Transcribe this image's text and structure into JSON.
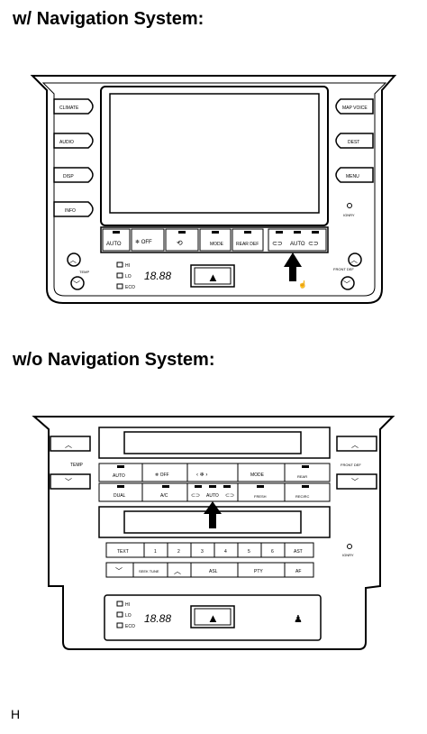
{
  "headings": {
    "with_nav": "w/ Navigation System:",
    "without_nav": "w/o Navigation System:"
  },
  "figure_code": "H",
  "nav_unit": {
    "left_buttons": [
      "CLIMATE",
      "AUDIO",
      "DISP",
      "INFO"
    ],
    "right_buttons": [
      "MAP VOICE",
      "DEST",
      "MENU"
    ],
    "ignition_label": "IGNRY",
    "bottom_buttons": [
      "AUTO",
      "❄ OFF",
      "",
      "MODE",
      "REAR DEF",
      "AUTO"
    ],
    "temp_label": "TEMP",
    "fan_label": "FRONT DEF",
    "indicator_labels": [
      "HI",
      "LO",
      "ECO"
    ],
    "display_value": "18.88",
    "hazard_symbol": "▲"
  },
  "no_nav_unit": {
    "temp_left": "TEMP",
    "temp_right": "FRONT DEF",
    "row1": [
      "AUTO",
      "❄ OFF",
      "‹ ❄ ›",
      "MODE",
      "REAR"
    ],
    "row2": [
      "DUAL",
      "A/C",
      "AUTO",
      "FRESH",
      "RECIRC"
    ],
    "row3": [
      "TEXT",
      "1",
      "2",
      "3",
      "4",
      "5",
      "6",
      "AST"
    ],
    "row4": [
      "SEEK TUNE",
      "ASL",
      "PTY",
      "AF"
    ],
    "ignition_label": "IGNRY",
    "indicator_labels": [
      "HI",
      "LO",
      "ECO"
    ],
    "display_value": "18.88",
    "hazard_symbol": "▲"
  }
}
